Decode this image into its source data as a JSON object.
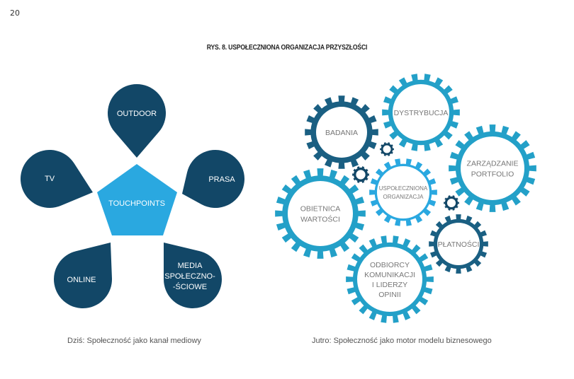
{
  "page_number": "20",
  "figure_title": "RYS. 8. USPOŁECZNIONA ORGANIZACJA PRZYSZŁOŚCI",
  "left_diagram": {
    "center": {
      "label": "TOUCHPOINTS",
      "color": "#2aa8e0"
    },
    "petals": [
      {
        "id": "outdoor",
        "lines": [
          "OUTDOOR"
        ]
      },
      {
        "id": "tv",
        "lines": [
          "TV"
        ]
      },
      {
        "id": "prasa",
        "lines": [
          "PRASA"
        ]
      },
      {
        "id": "online",
        "lines": [
          "ONLINE"
        ]
      },
      {
        "id": "media",
        "lines": [
          "MEDIA",
          "SPOŁECZNO-",
          "-ŚCIOWE"
        ]
      }
    ],
    "petal_color": "#124767",
    "caption": "Dziś: Społeczność jako kanał mediowy"
  },
  "right_diagram": {
    "gears": [
      {
        "id": "badania",
        "lines": [
          "BADANIA"
        ],
        "color": "#1a5f82"
      },
      {
        "id": "dystrybucja",
        "lines": [
          "DYSTRYBUCJA"
        ],
        "color": "#23a0c8"
      },
      {
        "id": "zarzadzanie",
        "lines": [
          "ZARZĄDZANIE",
          "PORTFOLIO"
        ],
        "color": "#23a0c8"
      },
      {
        "id": "uspoleczniona",
        "lines": [
          "USPOŁECZNIONA",
          "ORGANIZACJA"
        ],
        "color": "#2aa8e0"
      },
      {
        "id": "obietnica",
        "lines": [
          "OBIETNICA",
          "WARTOŚCI"
        ],
        "color": "#23a0c8"
      },
      {
        "id": "platnosci",
        "lines": [
          "PŁATNOŚCI"
        ],
        "color": "#1a5f82"
      },
      {
        "id": "odbiorcy",
        "lines": [
          "ODBIORCY",
          "KOMUNIKACJI",
          "I LIDERZY",
          "OPINII"
        ],
        "color": "#23a0c8"
      }
    ],
    "small_gear_color": "#124767",
    "label_color": "#777777",
    "caption": "Jutro: Społeczność jako motor modelu biznesowego"
  }
}
